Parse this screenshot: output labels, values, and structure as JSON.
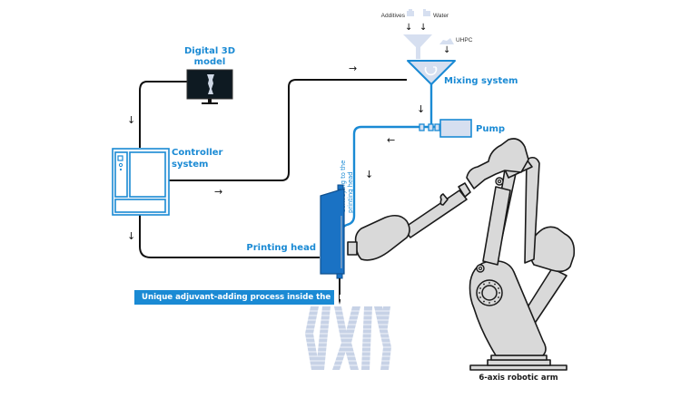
{
  "diagram": {
    "title": "3D concrete printing process",
    "labels": {
      "digital_model": [
        "Digital 3D",
        "model"
      ],
      "controller": [
        "Controller",
        "system"
      ],
      "mixing": "Mixing system",
      "pump": "Pump",
      "printing_head": "Printing head",
      "conveying": [
        "Conveying to the",
        "printing head"
      ],
      "robot_arm": "6-axis robotic arm",
      "additives": "Additives",
      "water": "Water",
      "uhpc": "UHPC",
      "banner": "Unique adjuvant-adding process inside the printing head"
    },
    "arrows": {
      "down": "↓",
      "right": "→",
      "left": "←"
    },
    "colors": {
      "accent": "#1a8ad4",
      "light_blue": "#d6dff0",
      "robot_fill": "#d9d9d9",
      "outline": "#1a1a1a",
      "monitor": "#0e1a22"
    }
  }
}
